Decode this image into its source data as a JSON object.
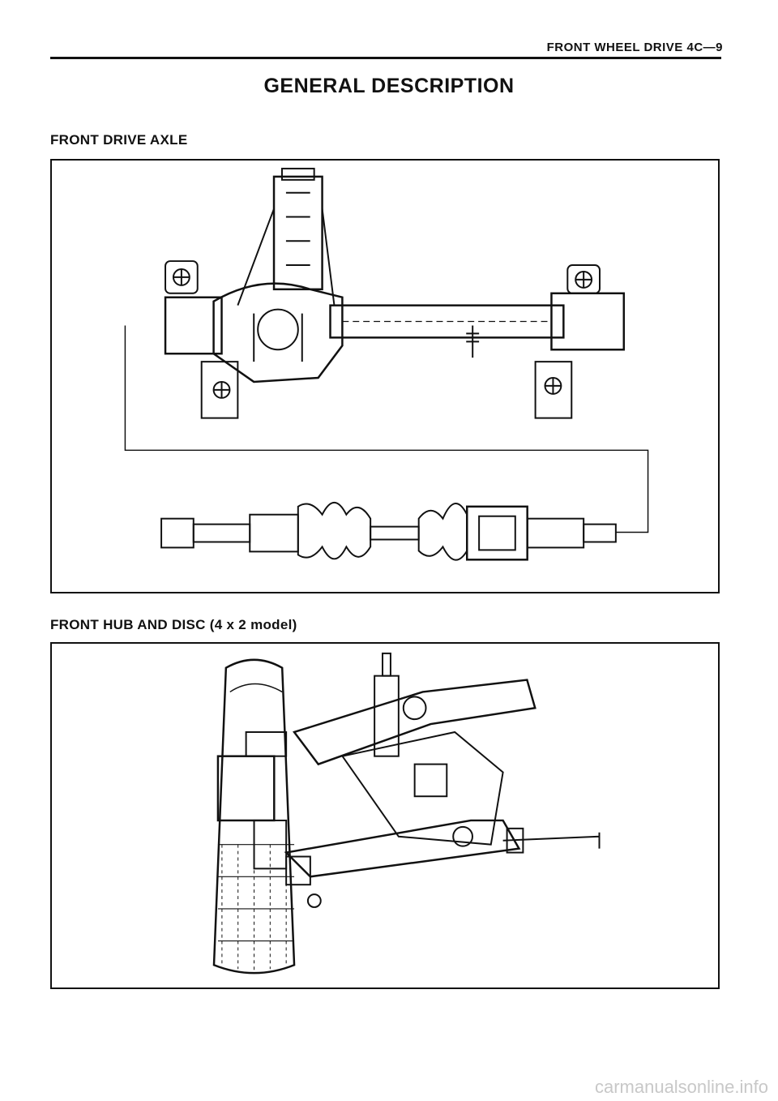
{
  "header": {
    "section_label": "FRONT WHEEL DRIVE 4C—9"
  },
  "page_title": "GENERAL DESCRIPTION",
  "sections": [
    {
      "heading": "FRONT DRIVE AXLE"
    },
    {
      "heading": "FRONT HUB AND DISC (4 x 2 model)"
    }
  ],
  "watermark": "carmanualsonline.info"
}
